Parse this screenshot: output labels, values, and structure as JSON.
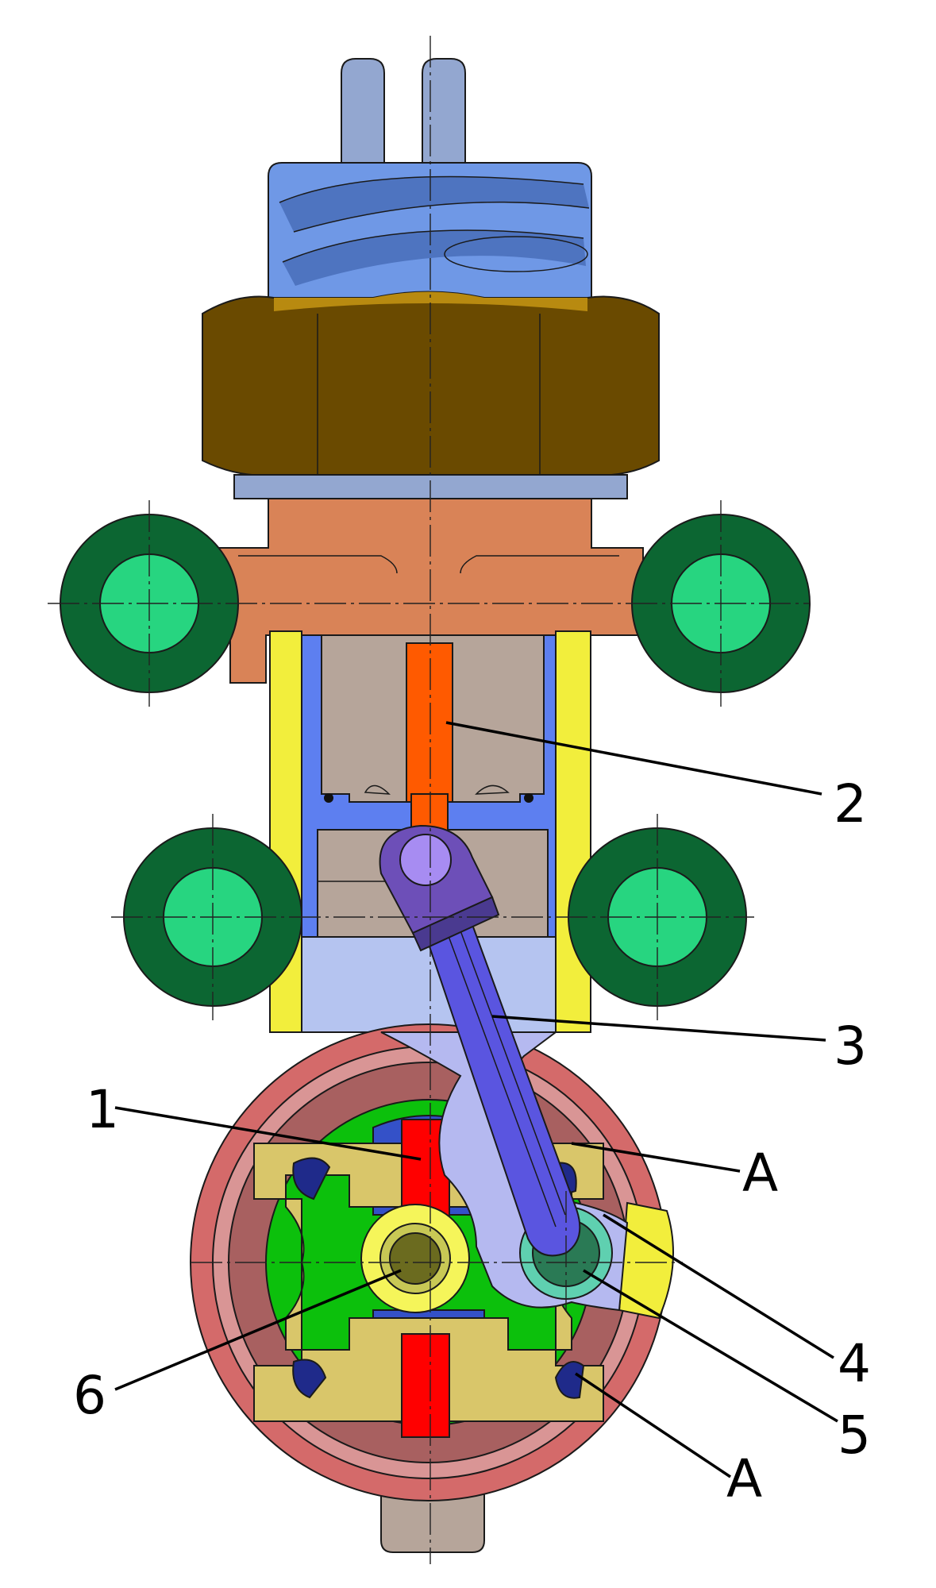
{
  "labels": {
    "l1": "1",
    "l2": "2",
    "l3": "3",
    "l4": "4",
    "l5": "5",
    "l6": "6",
    "a_top": "A",
    "a_bottom": "A"
  },
  "colors": {
    "pins": "#93a7d0",
    "threaded_cap": "#6f98e6",
    "hex_nut": "#6a4a00",
    "washer": "#93a7d0",
    "flange": "#d98357",
    "pulley_outer": "#0c6632",
    "pulley_inner": "#27d580",
    "insulation_sleeve": "#f2ee3c",
    "cylinder_liner": "#5d7ff0",
    "piston": "#b6a59a",
    "push_rod": "#ff5a00",
    "connecting_rod": "#5a55e0",
    "crank_chamber": "#b5b9f0",
    "housing_outer": "#d46a6a",
    "housing_ring": "#d99595",
    "rotor_frame": "#d9c66a",
    "rotor_green": "#0cc00c",
    "rotor_blue": "#3451c8",
    "rotor_red": "#ff0000",
    "hub_yellow": "#f5f55a",
    "hub_core": "#6b6b1f",
    "crank_pin": "#2a7a55",
    "crank_pin_ring": "#5fd0b0",
    "bottom_stub": "#b6a59a"
  }
}
